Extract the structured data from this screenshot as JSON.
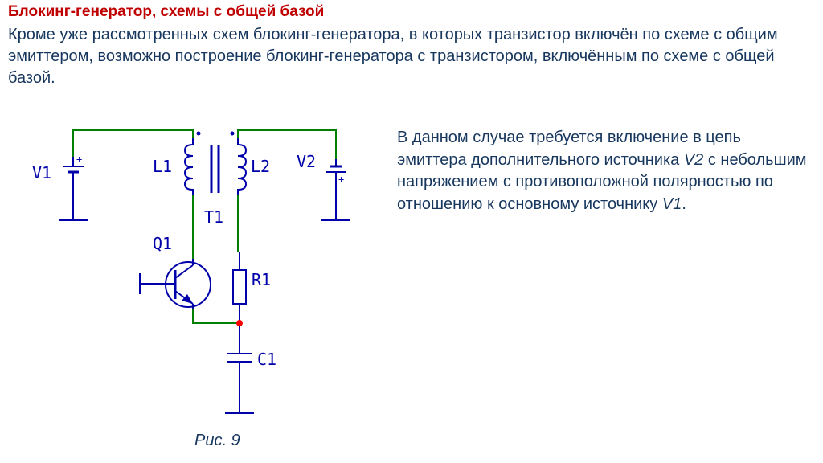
{
  "title": "Блокинг-генератор, схемы с общей базой",
  "intro": "Кроме уже рассмотренных схем блокинг-генератора, в которых транзистор включён по схеме с общим эмиттером, возможно построение блокинг-генератора с транзистором, включённым по схеме с общей базой.",
  "side_text": {
    "part1": "В данном случае требуется включение в цепь эмиттера дополнительного источника ",
    "v2": "V2",
    "part2": " с небольшим напряжением с противоположной полярностью по отношению к основному источнику ",
    "v1": "V1",
    "part3": "."
  },
  "figure": {
    "labels": {
      "v1": "V1",
      "v2": "V2",
      "l1": "L1",
      "l2": "L2",
      "t1": "T1",
      "q1": "Q1",
      "r1": "R1",
      "c1": "C1",
      "plus_v1": "+",
      "plus_v2": "+"
    },
    "caption": "Рис. 9"
  },
  "colors": {
    "title": "#c00000",
    "text": "#17375e",
    "component": "#0000aa",
    "wire": "#008000",
    "junction": "#ff0000"
  }
}
